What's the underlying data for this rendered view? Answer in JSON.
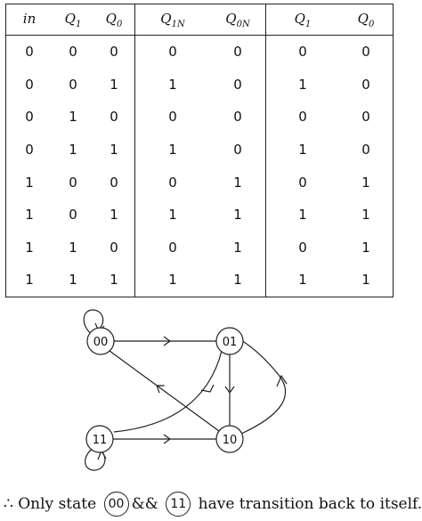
{
  "table": {
    "headers": [
      {
        "base": "in",
        "sub": ""
      },
      {
        "base": "Q",
        "sub": "1"
      },
      {
        "base": "Q",
        "sub": "0"
      },
      {
        "base": "Q",
        "sub": "1N"
      },
      {
        "base": "Q",
        "sub": "0N"
      },
      {
        "base": "Q",
        "sub": "1"
      },
      {
        "base": "Q",
        "sub": "0"
      }
    ],
    "rows": [
      [
        "0",
        "0",
        "0",
        "0",
        "0",
        "0",
        "0"
      ],
      [
        "0",
        "0",
        "1",
        "1",
        "0",
        "1",
        "0"
      ],
      [
        "0",
        "1",
        "0",
        "0",
        "0",
        "0",
        "0"
      ],
      [
        "0",
        "1",
        "1",
        "1",
        "0",
        "1",
        "0"
      ],
      [
        "1",
        "0",
        "0",
        "0",
        "1",
        "0",
        "1"
      ],
      [
        "1",
        "0",
        "1",
        "1",
        "1",
        "1",
        "1"
      ],
      [
        "1",
        "1",
        "0",
        "0",
        "1",
        "0",
        "1"
      ],
      [
        "1",
        "1",
        "1",
        "1",
        "1",
        "1",
        "1"
      ]
    ]
  },
  "diagram": {
    "states": [
      "00",
      "01",
      "11",
      "10"
    ]
  },
  "caption": {
    "symbol": "∴",
    "part1": "Only state",
    "state_a": "00",
    "joiner": "&&",
    "state_b": "11",
    "part2": "have transition back to itself."
  }
}
